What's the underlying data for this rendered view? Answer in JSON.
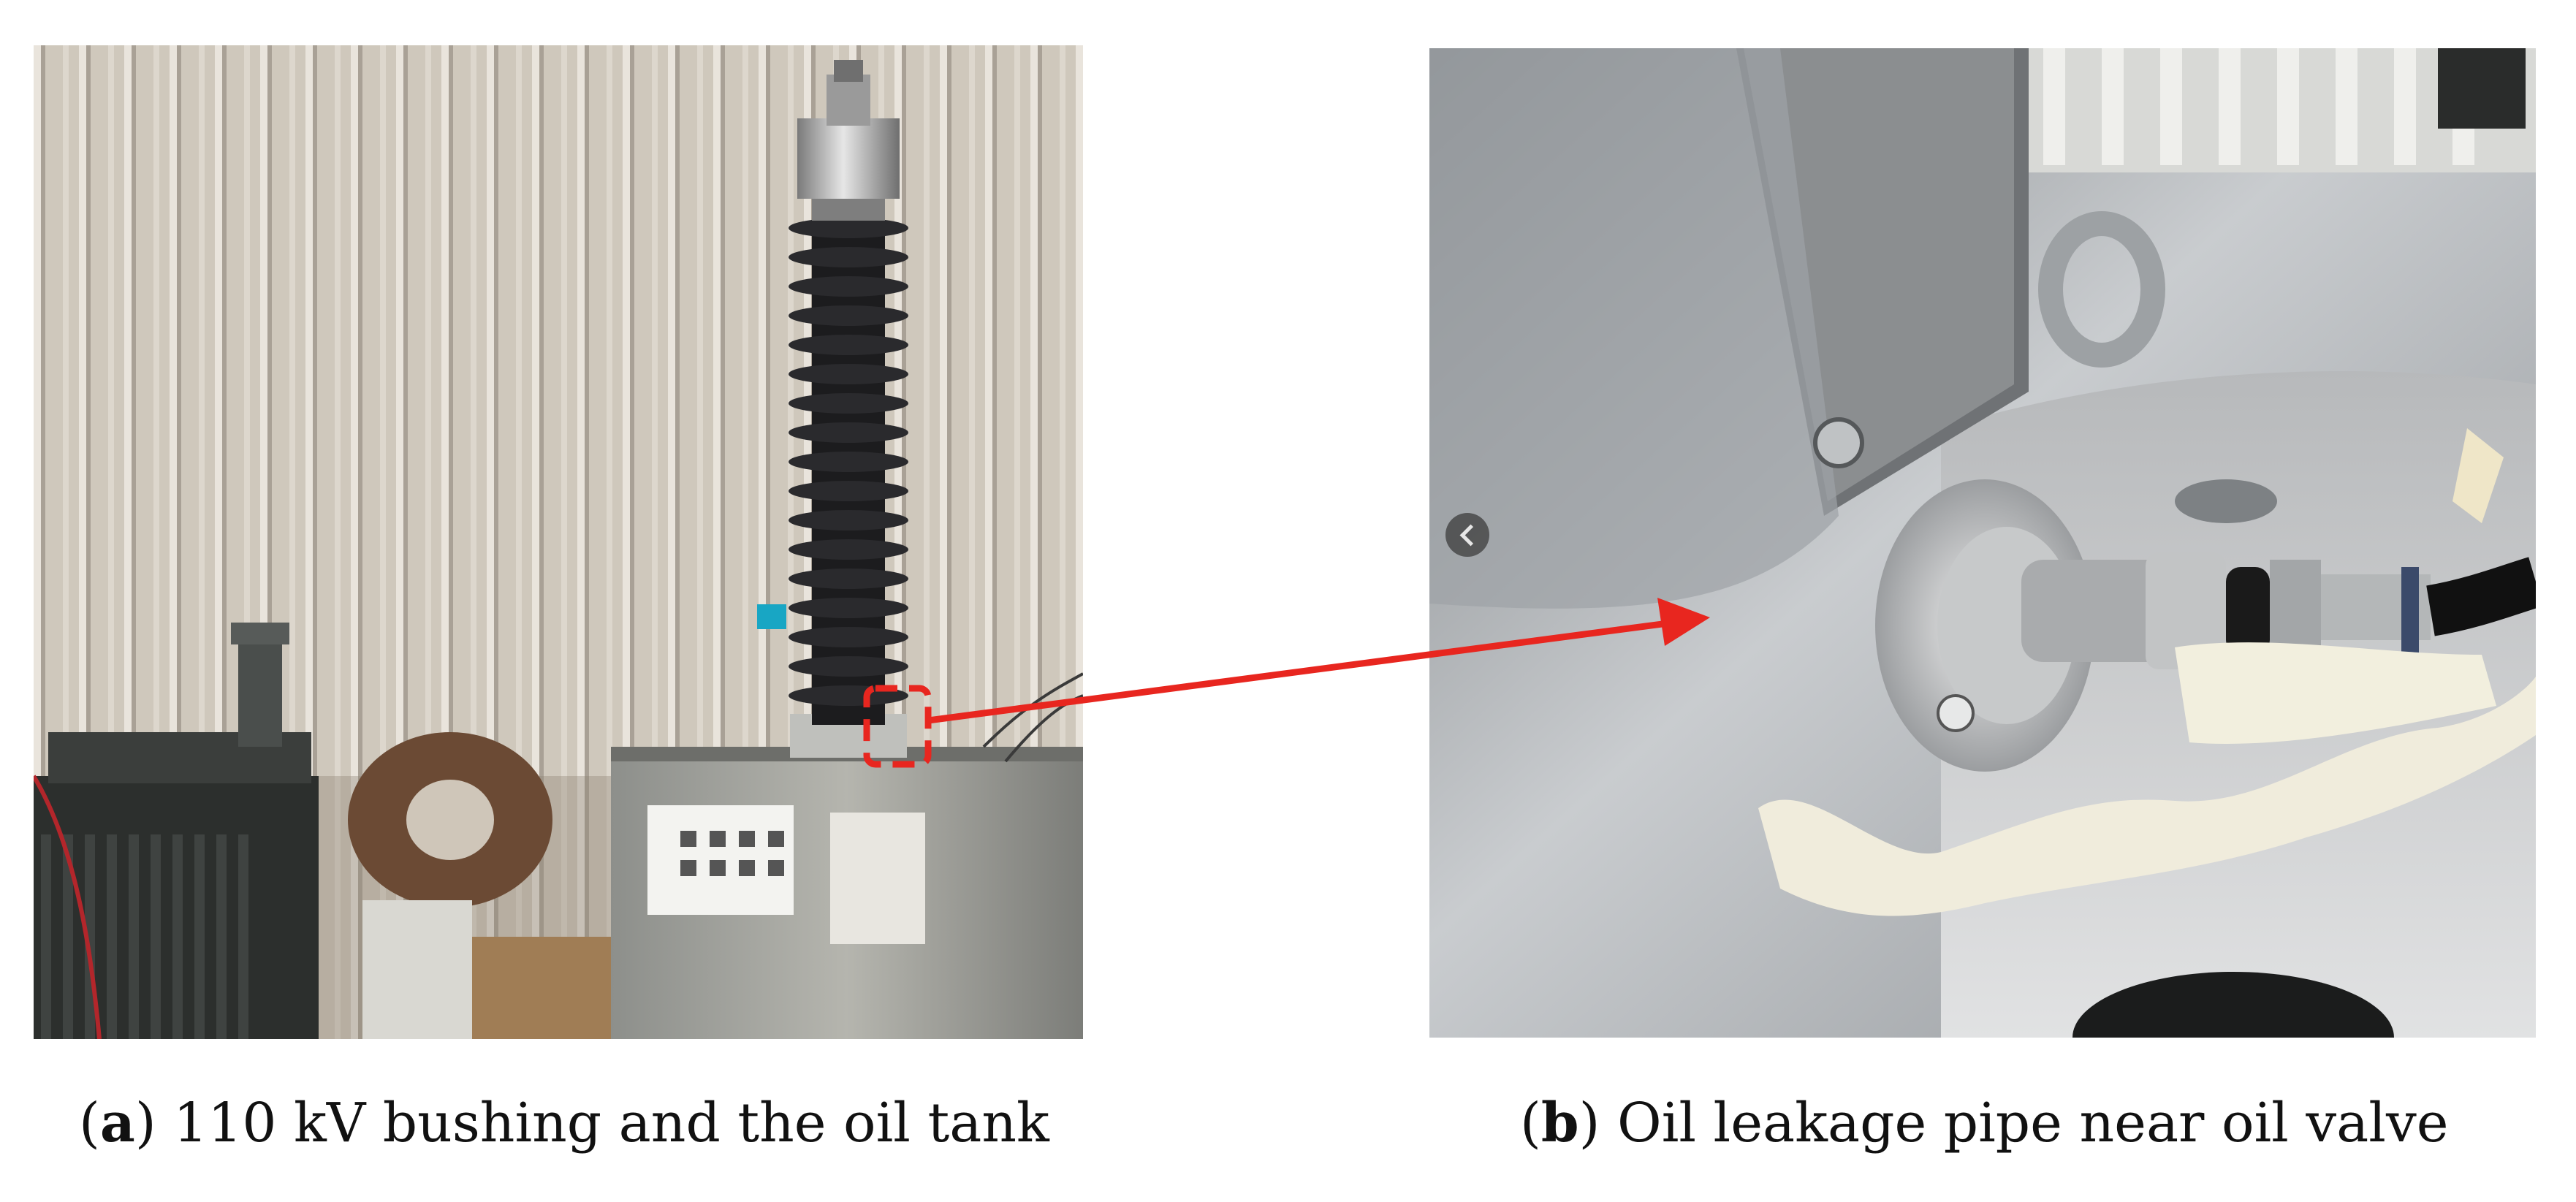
{
  "figure": {
    "panel_a": {
      "label": "a",
      "caption": " 110 kV bushing and the oil tank"
    },
    "panel_b": {
      "label": "b",
      "caption": " Oil leakage pipe near oil valve"
    },
    "colors": {
      "callout_red": "#e8261f",
      "bushing_black": "#1c1c1e",
      "wall": "#cbc3b7",
      "steel": "#b9bcbf"
    },
    "icons": [
      "chevron-left-icon"
    ]
  }
}
